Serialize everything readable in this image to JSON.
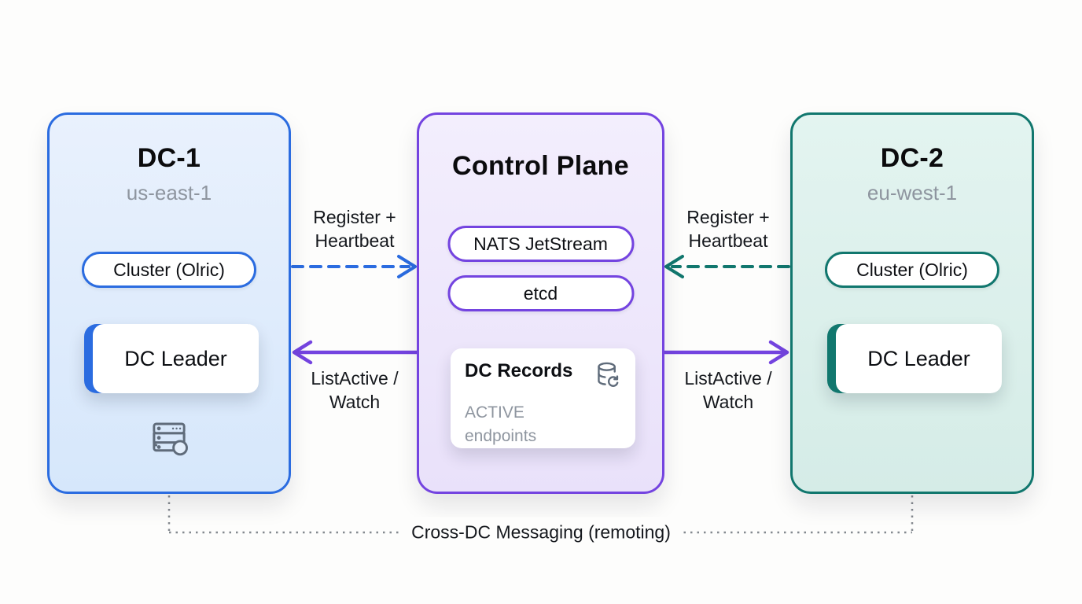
{
  "colors": {
    "blue": "#2b6ce0",
    "blue_bg_top": "#e9f1fd",
    "blue_bg_bottom": "#d6e7fb",
    "purple": "#7444e0",
    "purple_bg_top": "#f3eefd",
    "purple_bg_bottom": "#e9e1fa",
    "teal": "#11776e",
    "teal_bg_top": "#e3f4f0",
    "teal_bg_bottom": "#d5ece7",
    "gray_text": "#8e959f",
    "icon_gray": "#5f6b7a",
    "dotted": "#84898f",
    "title": "#0b0b0d",
    "label": "#15181d"
  },
  "dc1": {
    "title": "DC-1",
    "region": "us-east-1",
    "cluster_pill": "Cluster (Olric)",
    "leader_card": "DC Leader"
  },
  "control_plane": {
    "title": "Control Plane",
    "pills": [
      "NATS JetStream",
      "etcd"
    ],
    "records_card": {
      "title": "DC Records",
      "line1": "ACTIVE",
      "line2": "endpoints"
    }
  },
  "dc2": {
    "title": "DC-2",
    "region": "eu-west-1",
    "cluster_pill": "Cluster (Olric)",
    "leader_card": "DC Leader"
  },
  "edges": {
    "dc1_register": {
      "lines": [
        "Register +",
        "Heartbeat"
      ]
    },
    "dc1_listactive": {
      "lines": [
        "ListActive /",
        "Watch"
      ]
    },
    "dc2_register": {
      "lines": [
        "Register +",
        "Heartbeat"
      ]
    },
    "dc2_listactive": {
      "lines": [
        "ListActive /",
        "Watch"
      ]
    },
    "cross_dc": "Cross-DC Messaging (remoting)"
  },
  "icons": {
    "dc1_footer": "server-status-icon",
    "records": "database-sync-icon"
  }
}
